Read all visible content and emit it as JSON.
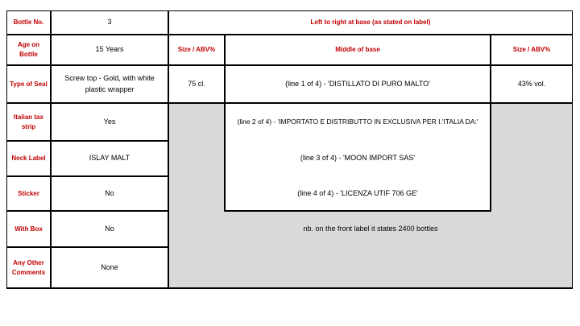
{
  "labels": {
    "bottle_no": "Bottle No.",
    "age": "Age on Bottle",
    "seal": "Type of Seal",
    "tax": "Italian tax strip",
    "neck": "Neck Label",
    "sticker": "Sticker",
    "box": "With Box",
    "comments": "Any Other Comments"
  },
  "values": {
    "bottle_no": "3",
    "age": "15 Years",
    "seal": "Screw top - Gold, with white plastic wrapper",
    "tax": "Yes",
    "neck": "ISLAY MALT",
    "sticker": "No",
    "box": "No",
    "comments": "None"
  },
  "base": {
    "heading": "Left to right at base (as stated on label)",
    "left_header": "Size / ABV%",
    "middle_header": "Middle of base",
    "right_header": "Size / ABV%",
    "left_value": "75 cl.",
    "right_value": "43% vol.",
    "lines": [
      "(line 1 of 4) - 'DISTILLATO DI PURO MALTO'",
      "(line 2 of 4) - 'IMPORTATO E DISTRIBUTTO IN EXCLUSIVA PER I.'ITALIA DA:'",
      "(line 3 of 4) - 'MOON IMPORT SAS'",
      "(line 4 of 4) - 'LICENZA UTIF 706 GE'"
    ],
    "note": "nb. on the front label it states 2400 bottles"
  },
  "colors": {
    "label_red": "#c00000",
    "shade_gray": "#d9d9d9"
  }
}
